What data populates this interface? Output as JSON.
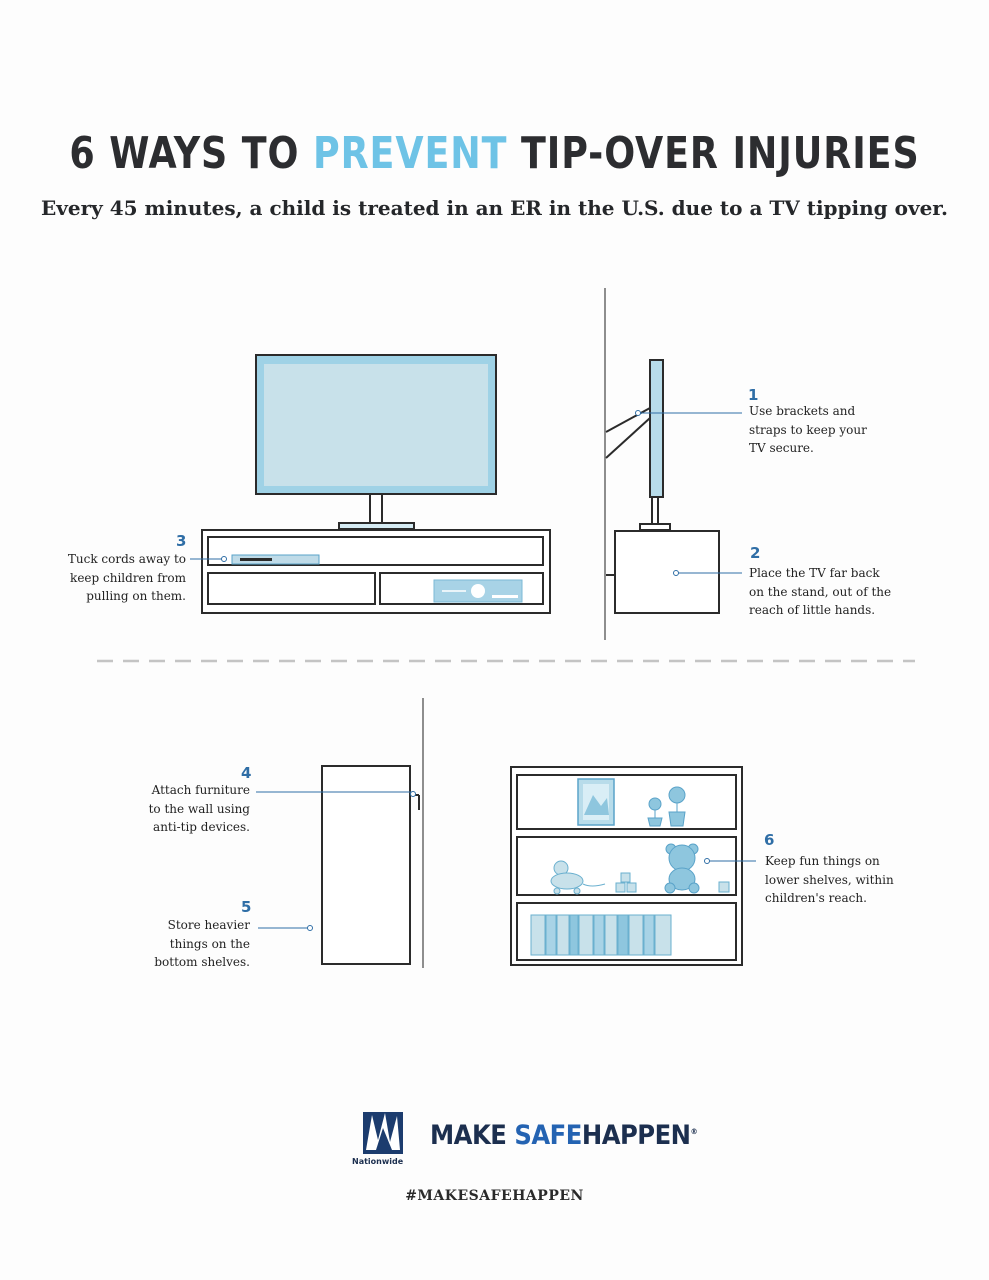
{
  "header": {
    "title_pre": "6 WAYS TO",
    "title_highlight": "PREVENT",
    "title_post": "TIP-OVER INJURIES",
    "subtitle": "Every 45 minutes, a child is treated in an ER in the U.S. due to a TV tipping over."
  },
  "tips": [
    {
      "number": "1",
      "lines": [
        "Use brackets and",
        "straps to keep your",
        "TV secure."
      ]
    },
    {
      "number": "2",
      "lines": [
        "Place the TV far back",
        "on the stand, out of the",
        "reach of little hands."
      ]
    },
    {
      "number": "3",
      "lines": [
        "Tuck cords away to",
        "keep children from",
        "pulling on them."
      ]
    },
    {
      "number": "4",
      "lines": [
        "Attach furniture",
        "to the wall using",
        "anti-tip devices."
      ]
    },
    {
      "number": "5",
      "lines": [
        "Store heavier",
        "things on the",
        "bottom shelves."
      ]
    },
    {
      "number": "6",
      "lines": [
        "Keep fun things on",
        "lower shelves, within",
        "children's reach."
      ]
    }
  ],
  "footer": {
    "logo_label": "Nationwide",
    "brand_make": "MAKE",
    "brand_safe": "SAFE",
    "brand_happen": "HAPPEN",
    "brand_mark": "®",
    "hashtag": "#MAKESAFEHAPPEN"
  },
  "colors": {
    "accent": "#6ec3e6",
    "number": "#2f6ea6",
    "screen": "#c6e0ea",
    "line": "#2b2b2b"
  }
}
